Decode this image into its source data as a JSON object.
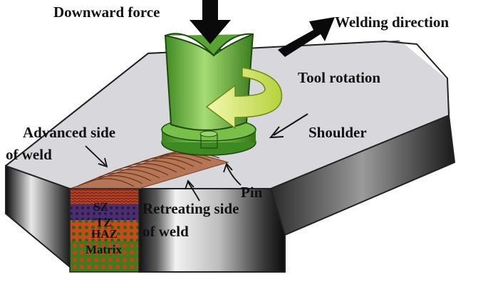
{
  "labels": {
    "downward_force": "Downward force",
    "welding_direction": "Welding direction",
    "tool_rotation": "Tool rotation",
    "shoulder": "Shoulder",
    "advanced_side_line1": "Advanced side",
    "advanced_side_line2": "of weld",
    "pin": "Pin",
    "retreating_side_line1": "Retreating side",
    "retreating_side_line2": "of weld"
  },
  "zones": [
    "SZ",
    "TZ",
    "HAZ",
    "Matrix"
  ],
  "icons": {
    "downward_force_arrow": "arrow-down-icon",
    "welding_direction_arrow": "arrow-up-right-icon",
    "rotation_arrow": "curved-arrow-icon"
  },
  "colors": {
    "plate_top": "#d9d9dd",
    "plate_side_dark": "#111111",
    "plate_side_light": "#f2f2f2",
    "weld_track": "#b87a5a",
    "tool_green": "#4f9e2f",
    "tool_green_light": "#9bd36a",
    "rotation_arrow": "#c8e04a",
    "sz": "#8b2a1a",
    "tz": "#3a2a6a",
    "haz": "#c24a1a",
    "matrix": "#3f7a1f"
  }
}
